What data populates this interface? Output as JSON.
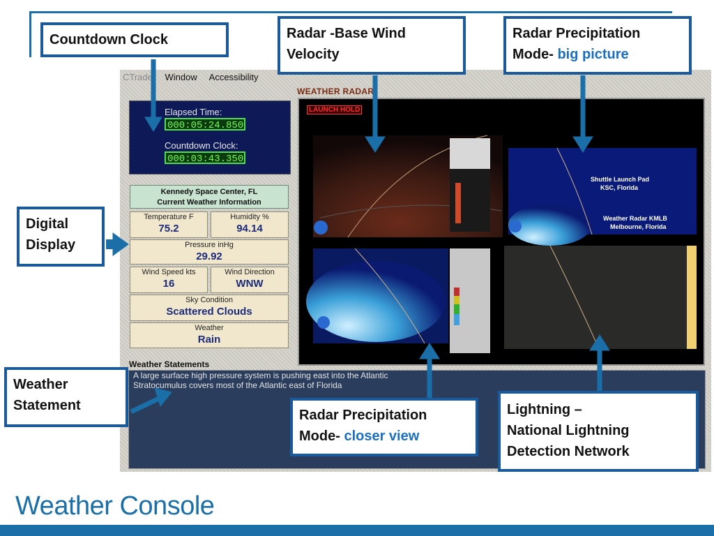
{
  "slide": {
    "title": "Weather Console"
  },
  "menu": {
    "items": [
      "CTrade",
      "Window",
      "Accessibility"
    ]
  },
  "radar": {
    "title": "WEATHER RADAR",
    "hold_label": "LAUNCH HOLD"
  },
  "clock": {
    "elapsed_label": "Elapsed Time:",
    "elapsed_value": "000:05:24.850",
    "countdown_label": "Countdown Clock:",
    "countdown_value": "000:03:43.350"
  },
  "weather": {
    "header_line1": "Kennedy Space Center, FL",
    "header_line2": "Current Weather Information",
    "temperature_label": "Temperature F",
    "temperature_value": "75.2",
    "humidity_label": "Humidity %",
    "humidity_value": "94.14",
    "pressure_label": "Pressure inHg",
    "pressure_value": "29.92",
    "wind_speed_label": "Wind Speed kts",
    "wind_speed_value": "16",
    "wind_direction_label": "Wind Direction",
    "wind_direction_value": "WNW",
    "sky_label": "Sky Condition",
    "sky_value": "Scattered Clouds",
    "weather_label": "Weather",
    "weather_value": "Rain"
  },
  "statements": {
    "title": "Weather Statements",
    "lines": [
      "A large surface high pressure system is pushing east into the Atlantic",
      "Stratocumulus covers most of the Atlantic east of Florida"
    ]
  },
  "radar_images": {
    "big_picture_line1": "Shuttle Launch Pad",
    "big_picture_line2": "KSC, Florida",
    "station_line1": "Weather Radar KMLB",
    "station_line2": "Melbourne, Florida"
  },
  "callouts": {
    "countdown": "Countdown Clock",
    "wind_line1": "Radar -Base Wind",
    "wind_line2": "Velocity",
    "precip_big_line1": "Radar Precipitation",
    "precip_big_line2_a": "Mode-",
    "precip_big_line2_b": "big picture",
    "digital_line1": "Digital",
    "digital_line2": "Display",
    "statement_line1": "Weather",
    "statement_line2": "Statement",
    "precip_close_line1": "Radar Precipitation",
    "precip_close_line2_a": "Mode-",
    "precip_close_line2_b": "closer  view",
    "lightning_line1": "Lightning –",
    "lightning_line2": "National Lightning",
    "lightning_line3": "Detection Network"
  },
  "colors": {
    "accent": "#1a6fa8",
    "callout_blue": "#1a6fc0",
    "clock_green": "#72ff4a"
  }
}
